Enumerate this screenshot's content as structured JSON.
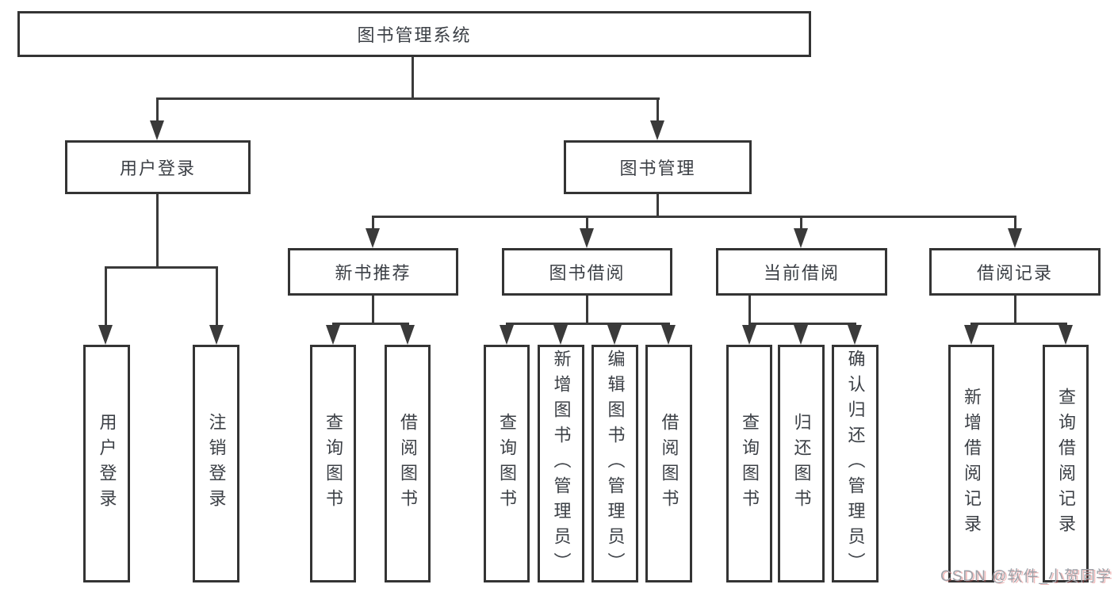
{
  "tree": {
    "root": {
      "label": "图书管理系统"
    },
    "user_branch": {
      "label": "用户登录",
      "children": [
        {
          "label": "用户登录"
        },
        {
          "label": "注销登录"
        }
      ]
    },
    "management_branch": {
      "label": "图书管理",
      "groups": [
        {
          "label": "新书推荐",
          "children": [
            {
              "label": "查询图书"
            },
            {
              "label": "借阅图书"
            }
          ]
        },
        {
          "label": "图书借阅",
          "children": [
            {
              "label": "查询图书"
            },
            {
              "label": "新增图书（管理员）"
            },
            {
              "label": "编辑图书（管理员）"
            },
            {
              "label": "借阅图书"
            }
          ]
        },
        {
          "label": "当前借阅",
          "children": [
            {
              "label": "查询图书"
            },
            {
              "label": "归还图书"
            },
            {
              "label": "确认归还（管理员）"
            }
          ]
        },
        {
          "label": "借阅记录",
          "children": [
            {
              "label": "新增借阅记录"
            },
            {
              "label": "查询借阅记录"
            }
          ]
        }
      ]
    }
  },
  "watermark": {
    "text": "CSDN @软件_小贺同学"
  },
  "colors": {
    "line": "#3a3a3a",
    "box_border": "#343434",
    "label_text": "#3c4046",
    "watermark_text": "#9ca1a8",
    "background": "#ffffff"
  }
}
